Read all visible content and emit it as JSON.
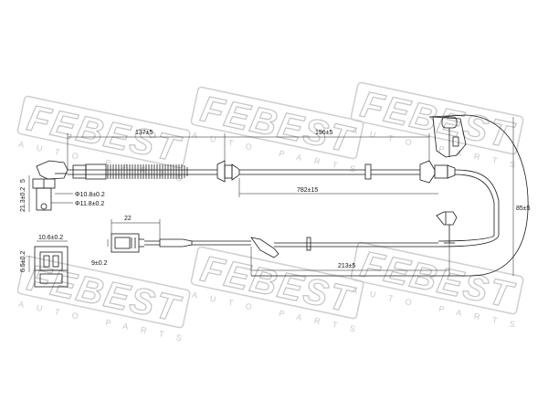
{
  "watermark": {
    "brand": "FEBEST",
    "sub": "AUTO PARTS"
  },
  "dimensions": {
    "d137": "137±5",
    "d196": "196±5",
    "d782": "782±15",
    "d85": "85±5",
    "d213": "213±5",
    "d22": "22",
    "d9": "9±0.2",
    "d10_8": "Φ10.8±0.2",
    "d11_8": "Φ11.8±0.2",
    "d21_3": "21.3±0.2",
    "d5": "5",
    "d10_6": "10.6±0.2",
    "d6_5": "6.5±0.2"
  },
  "colors": {
    "line": "#1a1a1a",
    "watermark": "#c4c4c4"
  }
}
